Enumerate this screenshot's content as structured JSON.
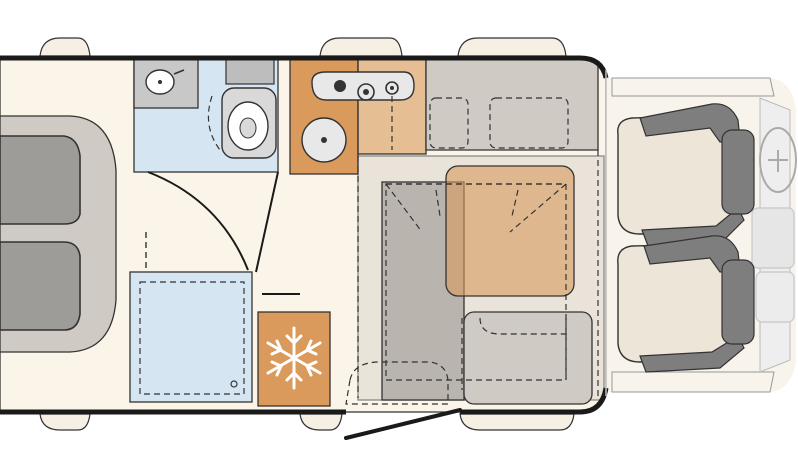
{
  "diagram": {
    "kind": "motorhome-floor-plan",
    "palette": {
      "floor": "#FBF4E8",
      "wall": "#1A1A1A",
      "wet_room": "#D5E5F2",
      "sink_grey": "#C8C8C8",
      "kitchen": "#D99A5B",
      "fridge": "#D99A5B",
      "cushion": "#CFCAC3",
      "cushion_overlay": "#B9B4AE",
      "seat": "#EDE5D8",
      "seat_arm": "#7E7E7E",
      "cab_light": "#E4E4E4",
      "cab_faint": "#C6C6C6",
      "outline": "#333333"
    },
    "icons": [
      "bed-icon",
      "sink-icon",
      "toilet-icon",
      "stove-icon",
      "snowflake-icon",
      "steering-wheel-icon",
      "seat-icon",
      "door-icon"
    ],
    "zones": [
      "rear-bed",
      "washroom",
      "shower",
      "kitchen",
      "fridge",
      "dinette",
      "cab"
    ]
  }
}
